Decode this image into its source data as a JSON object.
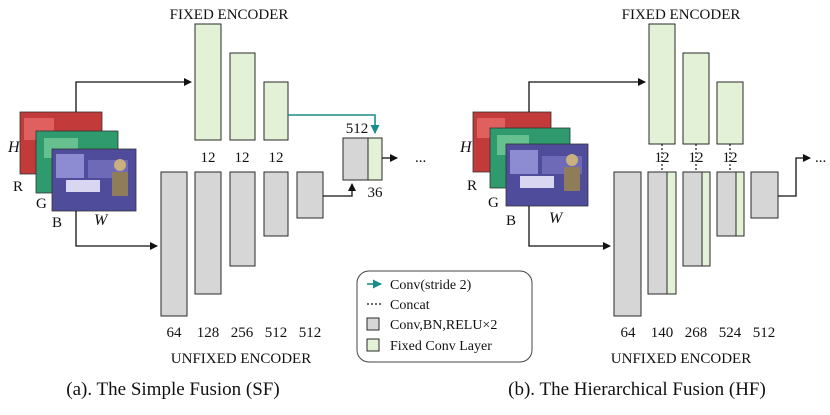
{
  "colors": {
    "gray_block": "#d6d6d6",
    "green_block": "#e3f1d6",
    "teal_arrow": "#1a8c8c"
  },
  "icons": [
    "rgb-image-stack-icon",
    "arrow-icon",
    "teal-arrow-icon"
  ],
  "sf": {
    "fixed_title": "FIXED ENCODER",
    "unfixed_title": "UNFIXED ENCODER",
    "fixed_labels": [
      "12",
      "12",
      "12"
    ],
    "unfixed_labels": [
      "64",
      "128",
      "256",
      "512",
      "512"
    ],
    "merge_top": "512",
    "merge_bottom": "36",
    "ellipsis": "...",
    "axis_h": "H",
    "axis_w": "W",
    "ch_r": "R",
    "ch_g": "G",
    "ch_b": "B",
    "caption": "(a). The Simple Fusion (SF)"
  },
  "hf": {
    "fixed_title": "FIXED ENCODER",
    "unfixed_title": "UNFIXED ENCODER",
    "fixed_labels": [
      "12",
      "12",
      "12"
    ],
    "unfixed_labels": [
      "64",
      "140",
      "268",
      "524",
      "512"
    ],
    "ellipsis": "...",
    "axis_h": "H",
    "axis_w": "W",
    "ch_r": "R",
    "ch_g": "G",
    "ch_b": "B",
    "caption": "(b). The Hierarchical Fusion (HF)"
  },
  "legend": {
    "conv_stride": "Conv(stride 2)",
    "concat": "Concat",
    "conv_bn_relu": "Conv,BN,RELU×2",
    "fixed_conv": "Fixed Conv Layer"
  }
}
